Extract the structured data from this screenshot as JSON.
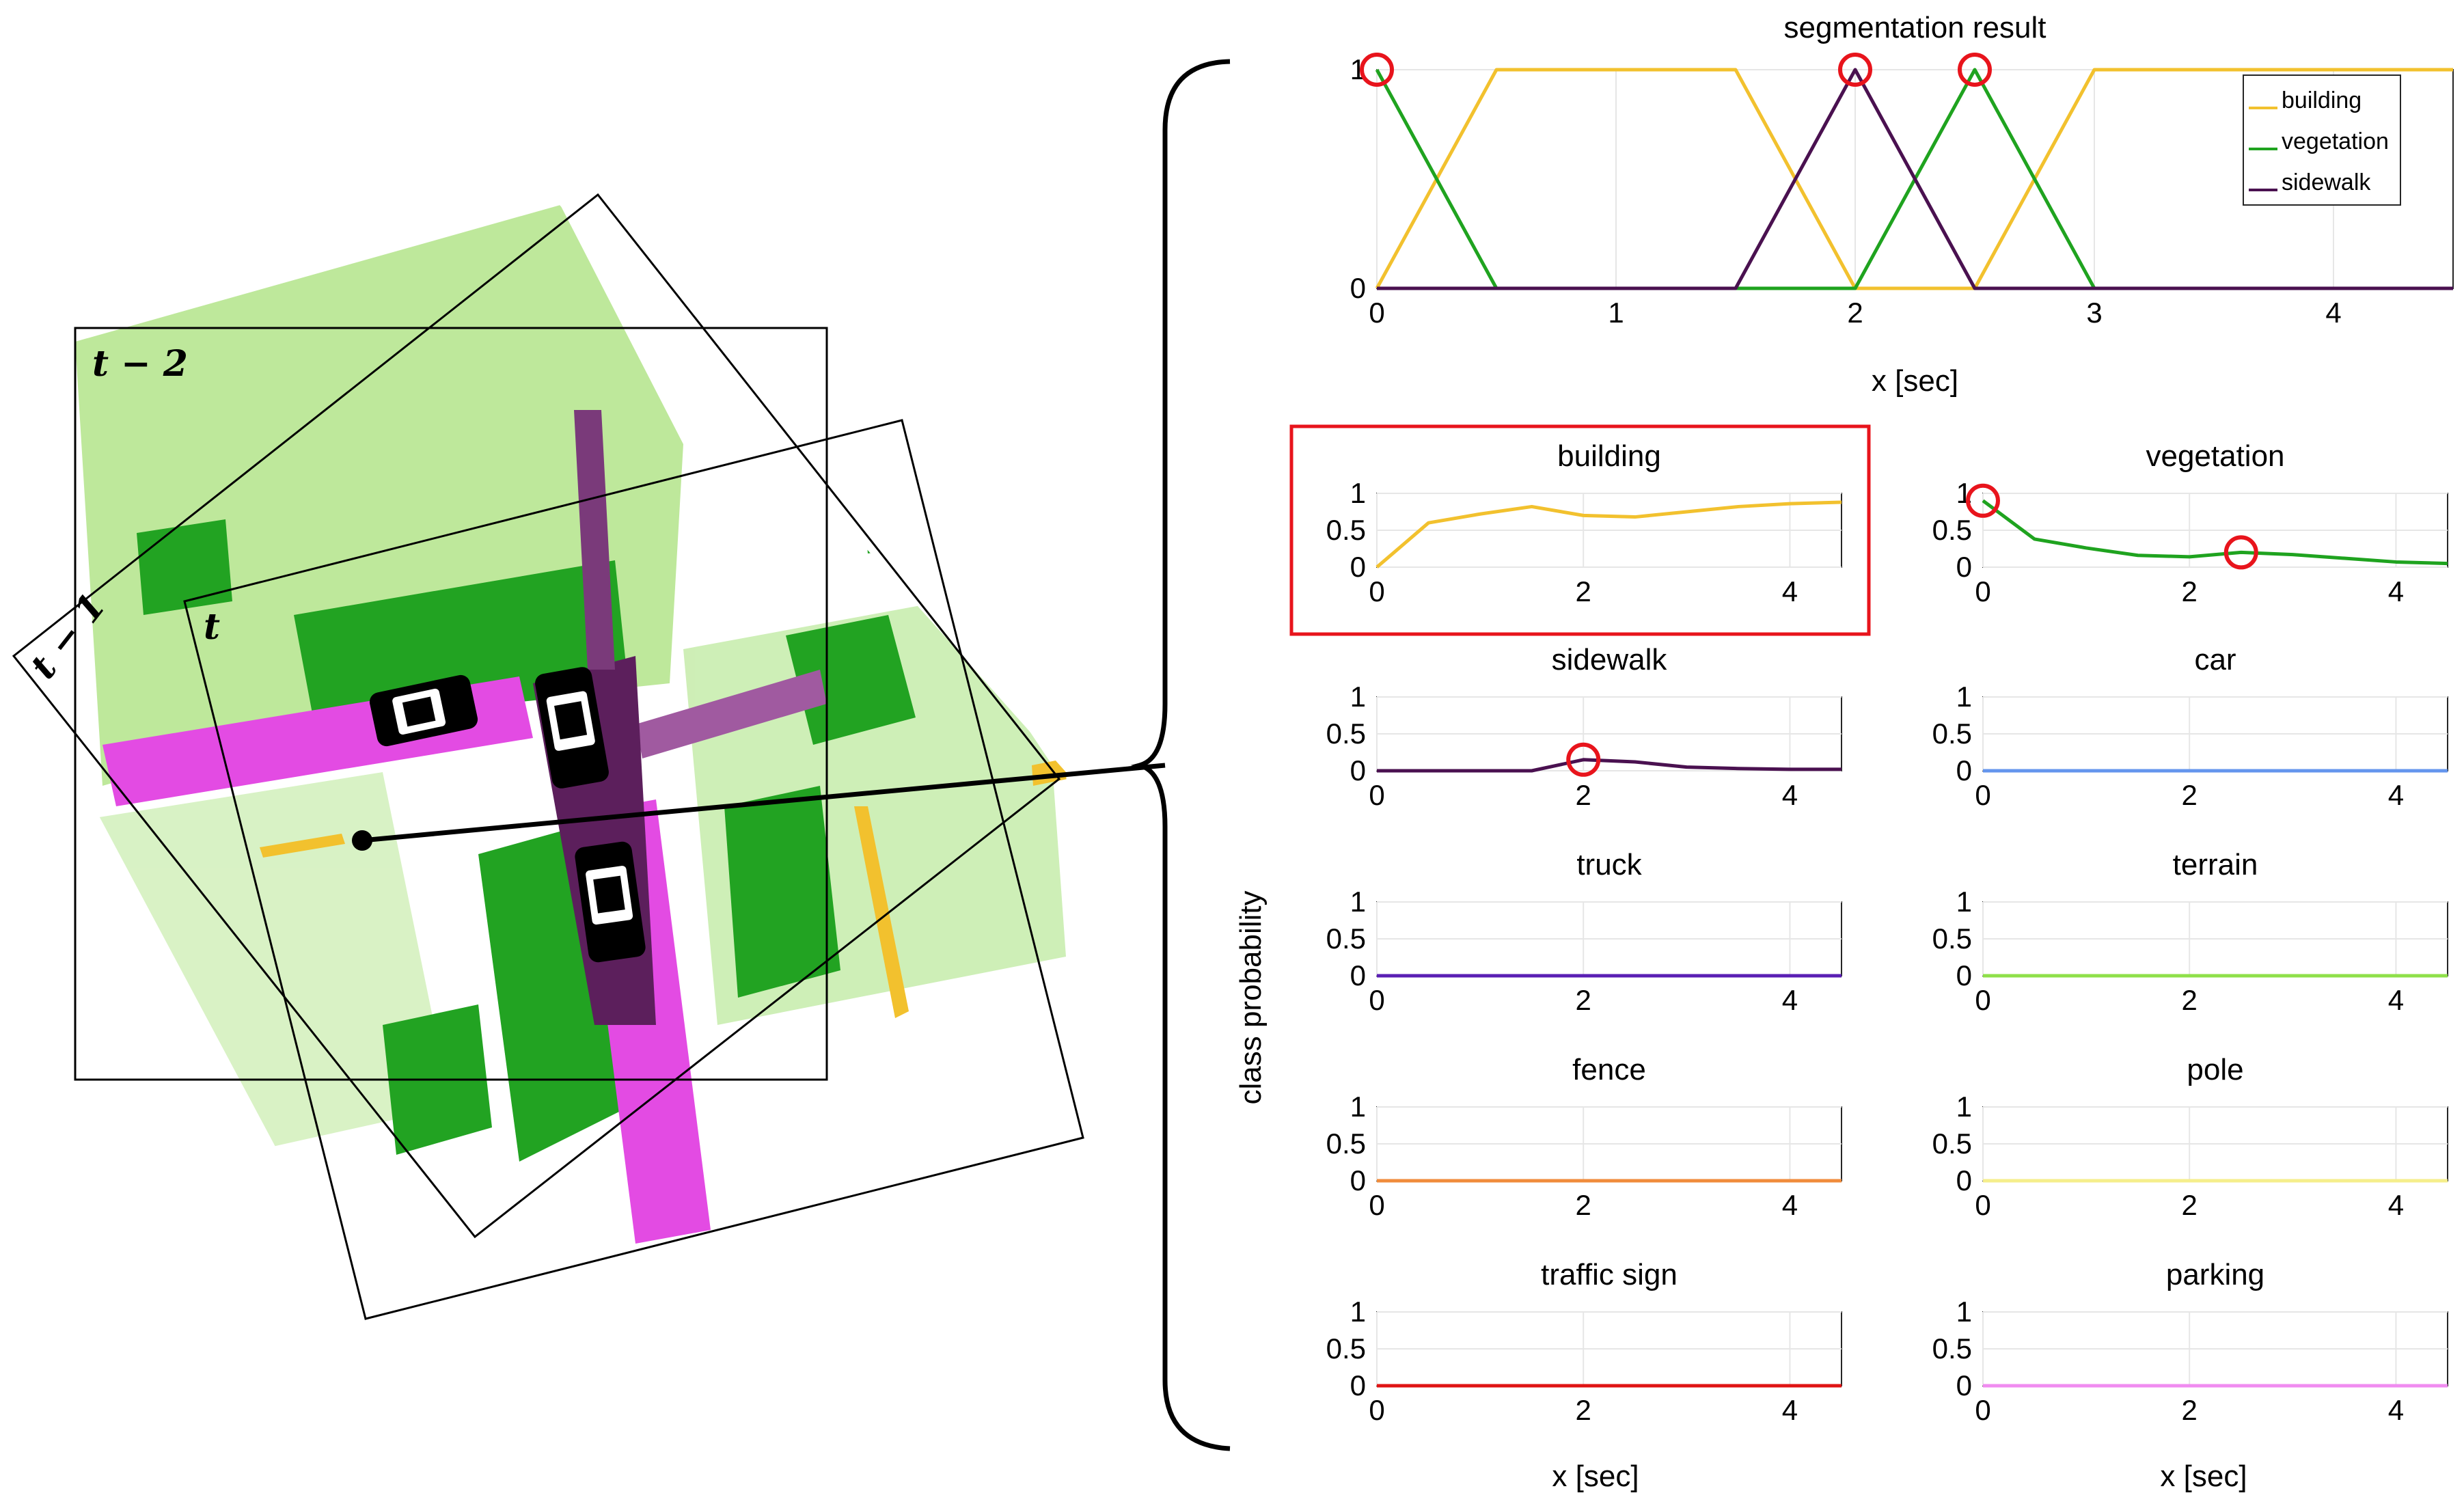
{
  "scene": {
    "frame_labels": [
      "t − 2",
      "t − 1",
      "t"
    ],
    "colors": {
      "vegetation": "#22a322",
      "terrain": "#a8e07a",
      "sidewalk": "#e34be3",
      "road": "#5c1f5c",
      "building": "#f2c12e",
      "car": "#000000"
    }
  },
  "chart_data": [
    {
      "id": "segmentation-result",
      "type": "line",
      "title": "segmentation result",
      "xlabel": "x [sec]",
      "ylabel": "",
      "xlim": [
        0,
        4.5
      ],
      "ylim": [
        0,
        1
      ],
      "xticks": [
        0,
        1,
        2,
        3,
        4
      ],
      "yticks": [
        0,
        1
      ],
      "grid": true,
      "legend": "top-right",
      "series": [
        {
          "name": "building",
          "color": "#f2c12e",
          "x": [
            0,
            0.5,
            1.5,
            2.0,
            2.5,
            3.0,
            4.5
          ],
          "y": [
            0,
            1,
            1,
            0,
            0,
            1,
            1
          ]
        },
        {
          "name": "vegetation",
          "color": "#1fa31f",
          "x": [
            0,
            0.5,
            2.0,
            2.5,
            3.0,
            4.5
          ],
          "y": [
            1,
            0,
            0,
            1,
            0,
            0
          ]
        },
        {
          "name": "sidewalk",
          "color": "#4a1150",
          "x": [
            0,
            1.5,
            2.0,
            2.5,
            4.5
          ],
          "y": [
            0,
            0,
            1,
            0,
            0
          ]
        }
      ],
      "highlight_points": [
        [
          0,
          1
        ],
        [
          2.0,
          1
        ],
        [
          2.5,
          1
        ]
      ]
    },
    {
      "id": "building",
      "type": "line",
      "title": "building",
      "color": "#f2c12e",
      "x": [
        0,
        0.25,
        0.5,
        1.0,
        1.5,
        2.0,
        2.5,
        3.0,
        3.5,
        4.0,
        4.5
      ],
      "y": [
        0,
        0.3,
        0.6,
        0.72,
        0.82,
        0.7,
        0.68,
        0.75,
        0.82,
        0.86,
        0.88
      ],
      "xlim": [
        0,
        4.5
      ],
      "ylim": [
        0,
        1
      ],
      "xticks": [
        0,
        2,
        4
      ],
      "yticks": [
        0,
        0.5,
        1
      ],
      "highlighted": true,
      "highlight_points": []
    },
    {
      "id": "vegetation",
      "type": "line",
      "title": "vegetation",
      "color": "#1fa31f",
      "x": [
        0,
        0.5,
        1.0,
        1.5,
        2.0,
        2.5,
        3.0,
        3.5,
        4.0,
        4.5
      ],
      "y": [
        0.9,
        0.38,
        0.26,
        0.16,
        0.14,
        0.2,
        0.17,
        0.12,
        0.07,
        0.05
      ],
      "xlim": [
        0,
        4.5
      ],
      "ylim": [
        0,
        1
      ],
      "xticks": [
        0,
        2,
        4
      ],
      "yticks": [
        0,
        0.5,
        1
      ],
      "highlighted": false,
      "highlight_points": [
        [
          0,
          0.9
        ],
        [
          2.5,
          0.2
        ]
      ]
    },
    {
      "id": "sidewalk",
      "type": "line",
      "title": "sidewalk",
      "color": "#4a1150",
      "x": [
        0,
        1.5,
        2.0,
        2.5,
        3.0,
        3.5,
        4.0,
        4.5
      ],
      "y": [
        0,
        0,
        0.15,
        0.12,
        0.05,
        0.03,
        0.02,
        0.02
      ],
      "xlim": [
        0,
        4.5
      ],
      "ylim": [
        0,
        1
      ],
      "xticks": [
        0,
        2,
        4
      ],
      "yticks": [
        0,
        0.5,
        1
      ],
      "highlighted": false,
      "highlight_points": [
        [
          2.0,
          0.15
        ]
      ]
    },
    {
      "id": "car",
      "type": "line",
      "title": "car",
      "color": "#6495ed",
      "x": [
        0,
        4.5
      ],
      "y": [
        0,
        0
      ],
      "xlim": [
        0,
        4.5
      ],
      "ylim": [
        0,
        1
      ],
      "xticks": [
        0,
        2,
        4
      ],
      "yticks": [
        0,
        0.5,
        1
      ],
      "highlighted": false,
      "highlight_points": []
    },
    {
      "id": "truck",
      "type": "line",
      "title": "truck",
      "color": "#5a1fb4",
      "x": [
        0,
        4.5
      ],
      "y": [
        0,
        0
      ],
      "xlim": [
        0,
        4.5
      ],
      "ylim": [
        0,
        1
      ],
      "xticks": [
        0,
        2,
        4
      ],
      "yticks": [
        0,
        0.5,
        1
      ],
      "highlighted": false,
      "highlight_points": []
    },
    {
      "id": "terrain",
      "type": "line",
      "title": "terrain",
      "color": "#8fe04a",
      "x": [
        0,
        4.5
      ],
      "y": [
        0,
        0
      ],
      "xlim": [
        0,
        4.5
      ],
      "ylim": [
        0,
        1
      ],
      "xticks": [
        0,
        2,
        4
      ],
      "yticks": [
        0,
        0.5,
        1
      ],
      "highlighted": false,
      "highlight_points": []
    },
    {
      "id": "fence",
      "type": "line",
      "title": "fence",
      "color": "#f08c3c",
      "x": [
        0,
        4.5
      ],
      "y": [
        0,
        0
      ],
      "xlim": [
        0,
        4.5
      ],
      "ylim": [
        0,
        1
      ],
      "xticks": [
        0,
        2,
        4
      ],
      "yticks": [
        0,
        0.5,
        1
      ],
      "highlighted": false,
      "highlight_points": []
    },
    {
      "id": "pole",
      "type": "line",
      "title": "pole",
      "color": "#f5ee8c",
      "x": [
        0,
        4.5
      ],
      "y": [
        0,
        0
      ],
      "xlim": [
        0,
        4.5
      ],
      "ylim": [
        0,
        1
      ],
      "xticks": [
        0,
        2,
        4
      ],
      "yticks": [
        0,
        0.5,
        1
      ],
      "highlighted": false,
      "highlight_points": []
    },
    {
      "id": "traffic-sign",
      "type": "line",
      "title": "traffic sign",
      "color": "#e01414",
      "x": [
        0,
        4.5
      ],
      "y": [
        0,
        0
      ],
      "xlim": [
        0,
        4.5
      ],
      "ylim": [
        0,
        1
      ],
      "xticks": [
        0,
        2,
        4
      ],
      "yticks": [
        0,
        0.5,
        1
      ],
      "highlighted": false,
      "highlight_points": []
    },
    {
      "id": "parking",
      "type": "line",
      "title": "parking",
      "color": "#f08cf0",
      "x": [
        0,
        4.5
      ],
      "y": [
        0,
        0
      ],
      "xlim": [
        0,
        4.5
      ],
      "ylim": [
        0,
        1
      ],
      "xticks": [
        0,
        2,
        4
      ],
      "yticks": [
        0,
        0.5,
        1
      ],
      "highlighted": false,
      "highlight_points": []
    }
  ],
  "shared_labels": {
    "ylabel": "class probability",
    "xlabel_left": "x [sec]",
    "xlabel_right": "x [sec]"
  },
  "highlight_color": "#e8141c"
}
